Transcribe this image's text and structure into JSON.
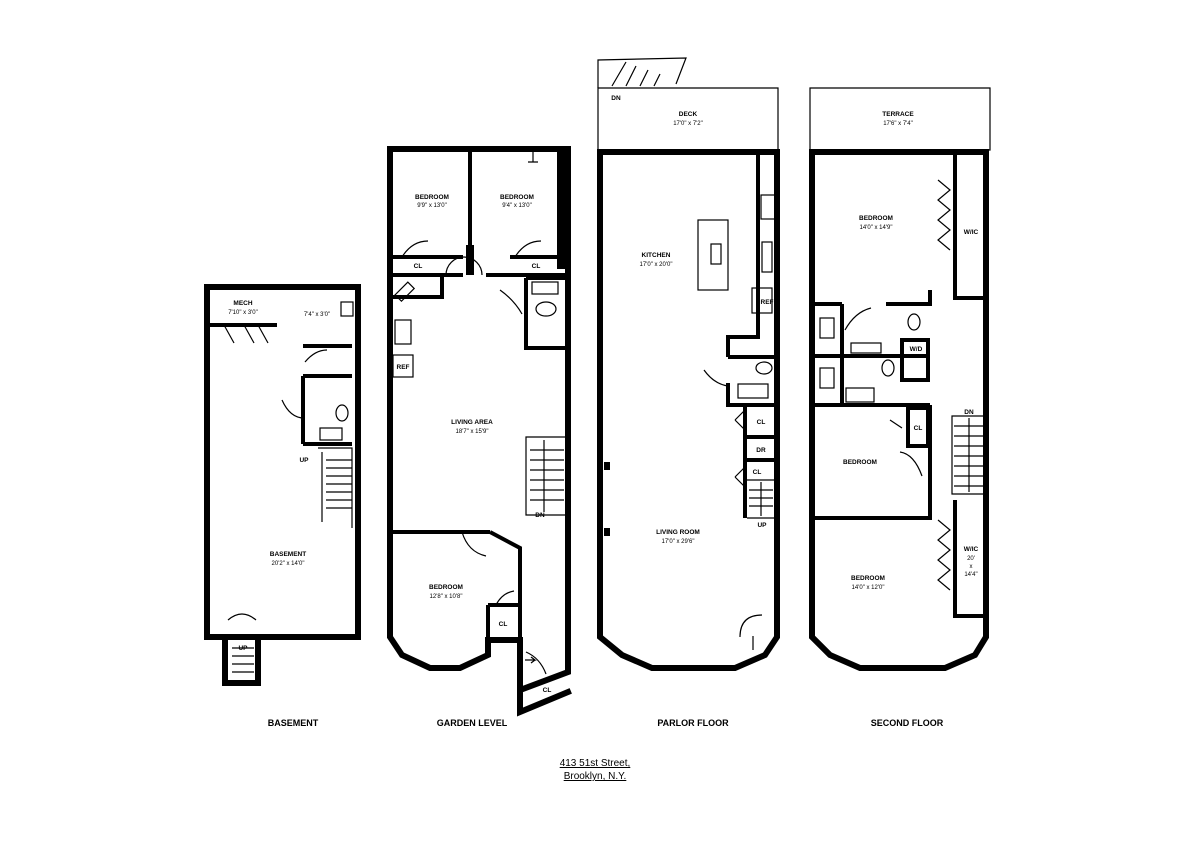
{
  "address": {
    "line1": "413 51st Street,",
    "line2": "Brooklyn, N.Y."
  },
  "floors": {
    "basement": {
      "name": "BASEMENT",
      "rooms": [
        {
          "name": "MECH",
          "dims": "7'10\" x 3'0\""
        },
        {
          "name": "",
          "dims": "7'4\" x 3'0\""
        },
        {
          "name": "BASEMENT",
          "dims": "20'2\" x 14'0\""
        }
      ],
      "marks": {
        "up_stair": "UP",
        "up_entry": "UP"
      }
    },
    "garden": {
      "name": "GARDEN LEVEL",
      "rooms": [
        {
          "name": "BEDROOM",
          "dims": "9'9\" x 13'0\""
        },
        {
          "name": "BEDROOM",
          "dims": "9'4\" x 13'0\""
        },
        {
          "name": "LIVING AREA",
          "dims": "18'7\" x 15'9\""
        },
        {
          "name": "BEDROOM",
          "dims": "12'8\" x 10'8\""
        }
      ],
      "marks": {
        "cl": "CL",
        "ref": "REF",
        "dn": "DN"
      }
    },
    "parlor": {
      "name": "PARLOR FLOOR",
      "rooms": [
        {
          "name": "DECK",
          "dims": "17'0\" x 7'2\""
        },
        {
          "name": "KITCHEN",
          "dims": "17'0\" x 20'0\""
        },
        {
          "name": "LIVING ROOM",
          "dims": "17'0\" x 29'6\""
        }
      ],
      "marks": {
        "cl": "CL",
        "dr": "DR",
        "ref": "REF",
        "up": "UP",
        "dn": "DN"
      }
    },
    "second": {
      "name": "SECOND FLOOR",
      "rooms": [
        {
          "name": "TERRACE",
          "dims": "17'6\" x 7'4\""
        },
        {
          "name": "BEDROOM",
          "dims": "14'0\" x 14'9\""
        },
        {
          "name": "BEDROOM",
          "dims": ""
        },
        {
          "name": "BEDROOM",
          "dims": "14'0\" x 12'0\""
        }
      ],
      "marks": {
        "wic": "W/IC",
        "wd": "W/D",
        "cl": "CL",
        "dn": "DN",
        "wic_dims": [
          "20'",
          "x",
          "14'4\""
        ]
      }
    }
  }
}
